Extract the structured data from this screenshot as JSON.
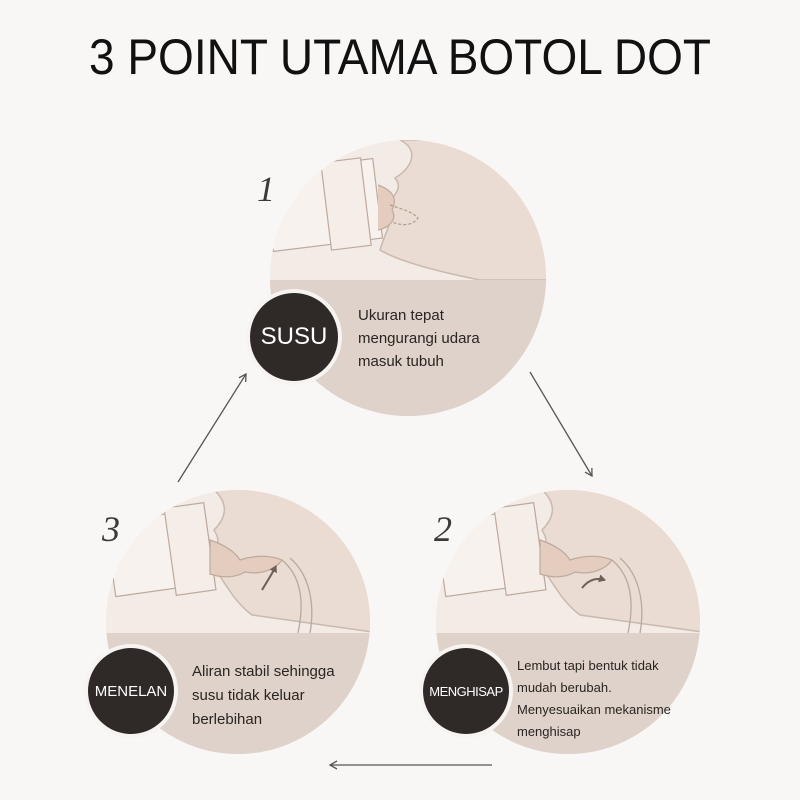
{
  "title": "3 POINT UTAMA BOTOL DOT",
  "colors": {
    "badge": "#2f2a28",
    "circle_top": "#efe6e0",
    "circle_bottom": "#dfd2ca",
    "skin": "#e9d8cd",
    "line": "#b8a89e"
  },
  "steps": [
    {
      "number": "1",
      "badge": "SUSU",
      "text": "Ukuran tepat\nmengurangi udara\nmasuk tubuh"
    },
    {
      "number": "2",
      "badge": "MENGHISAP",
      "text": "Lembut tapi bentuk tidak\nmudah berubah.\nMenyesuaikan mekanisme\nmenghisap"
    },
    {
      "number": "3",
      "badge": "MENELAN",
      "text": "Aliran stabil sehingga\nsusu tidak keluar\nberlebihan"
    }
  ]
}
